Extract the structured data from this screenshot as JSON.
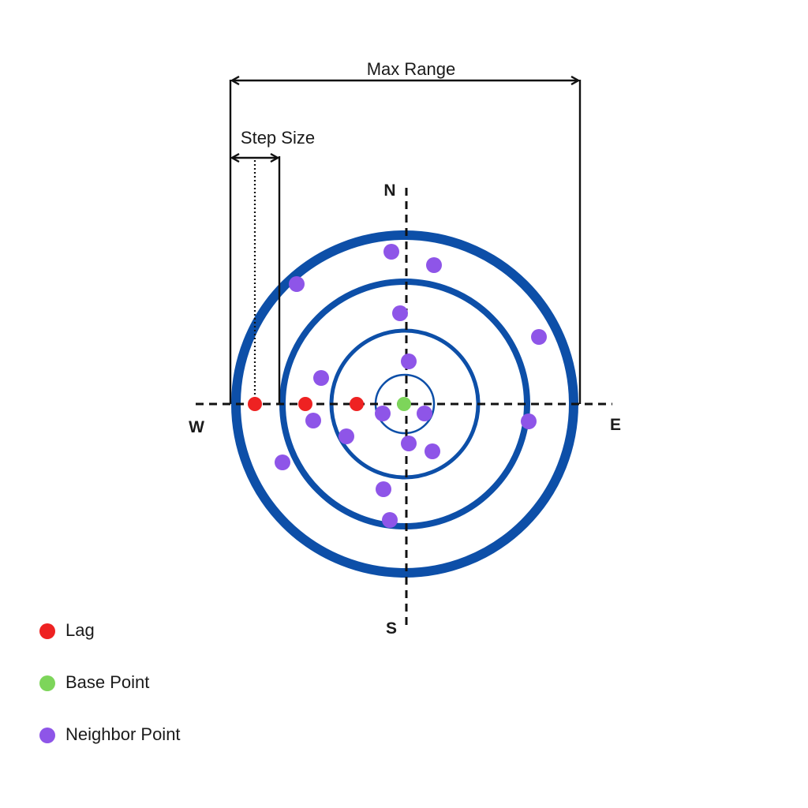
{
  "labels": {
    "max_range": "Max Range",
    "step_size": "Step Size"
  },
  "compass": {
    "north": "N",
    "south": "S",
    "east": "E",
    "west": "W"
  },
  "colors": {
    "ring": "#0d4fa8",
    "lag": "#ee2222",
    "base": "#7dd55a",
    "neighbor": "#8e55e8",
    "line": "#111111"
  },
  "legend": [
    {
      "label": "Lag",
      "color": "#ee2222"
    },
    {
      "label": "Base Point",
      "color": "#7dd55a"
    },
    {
      "label": "Neighbor Point",
      "color": "#8e55e8"
    }
  ]
}
